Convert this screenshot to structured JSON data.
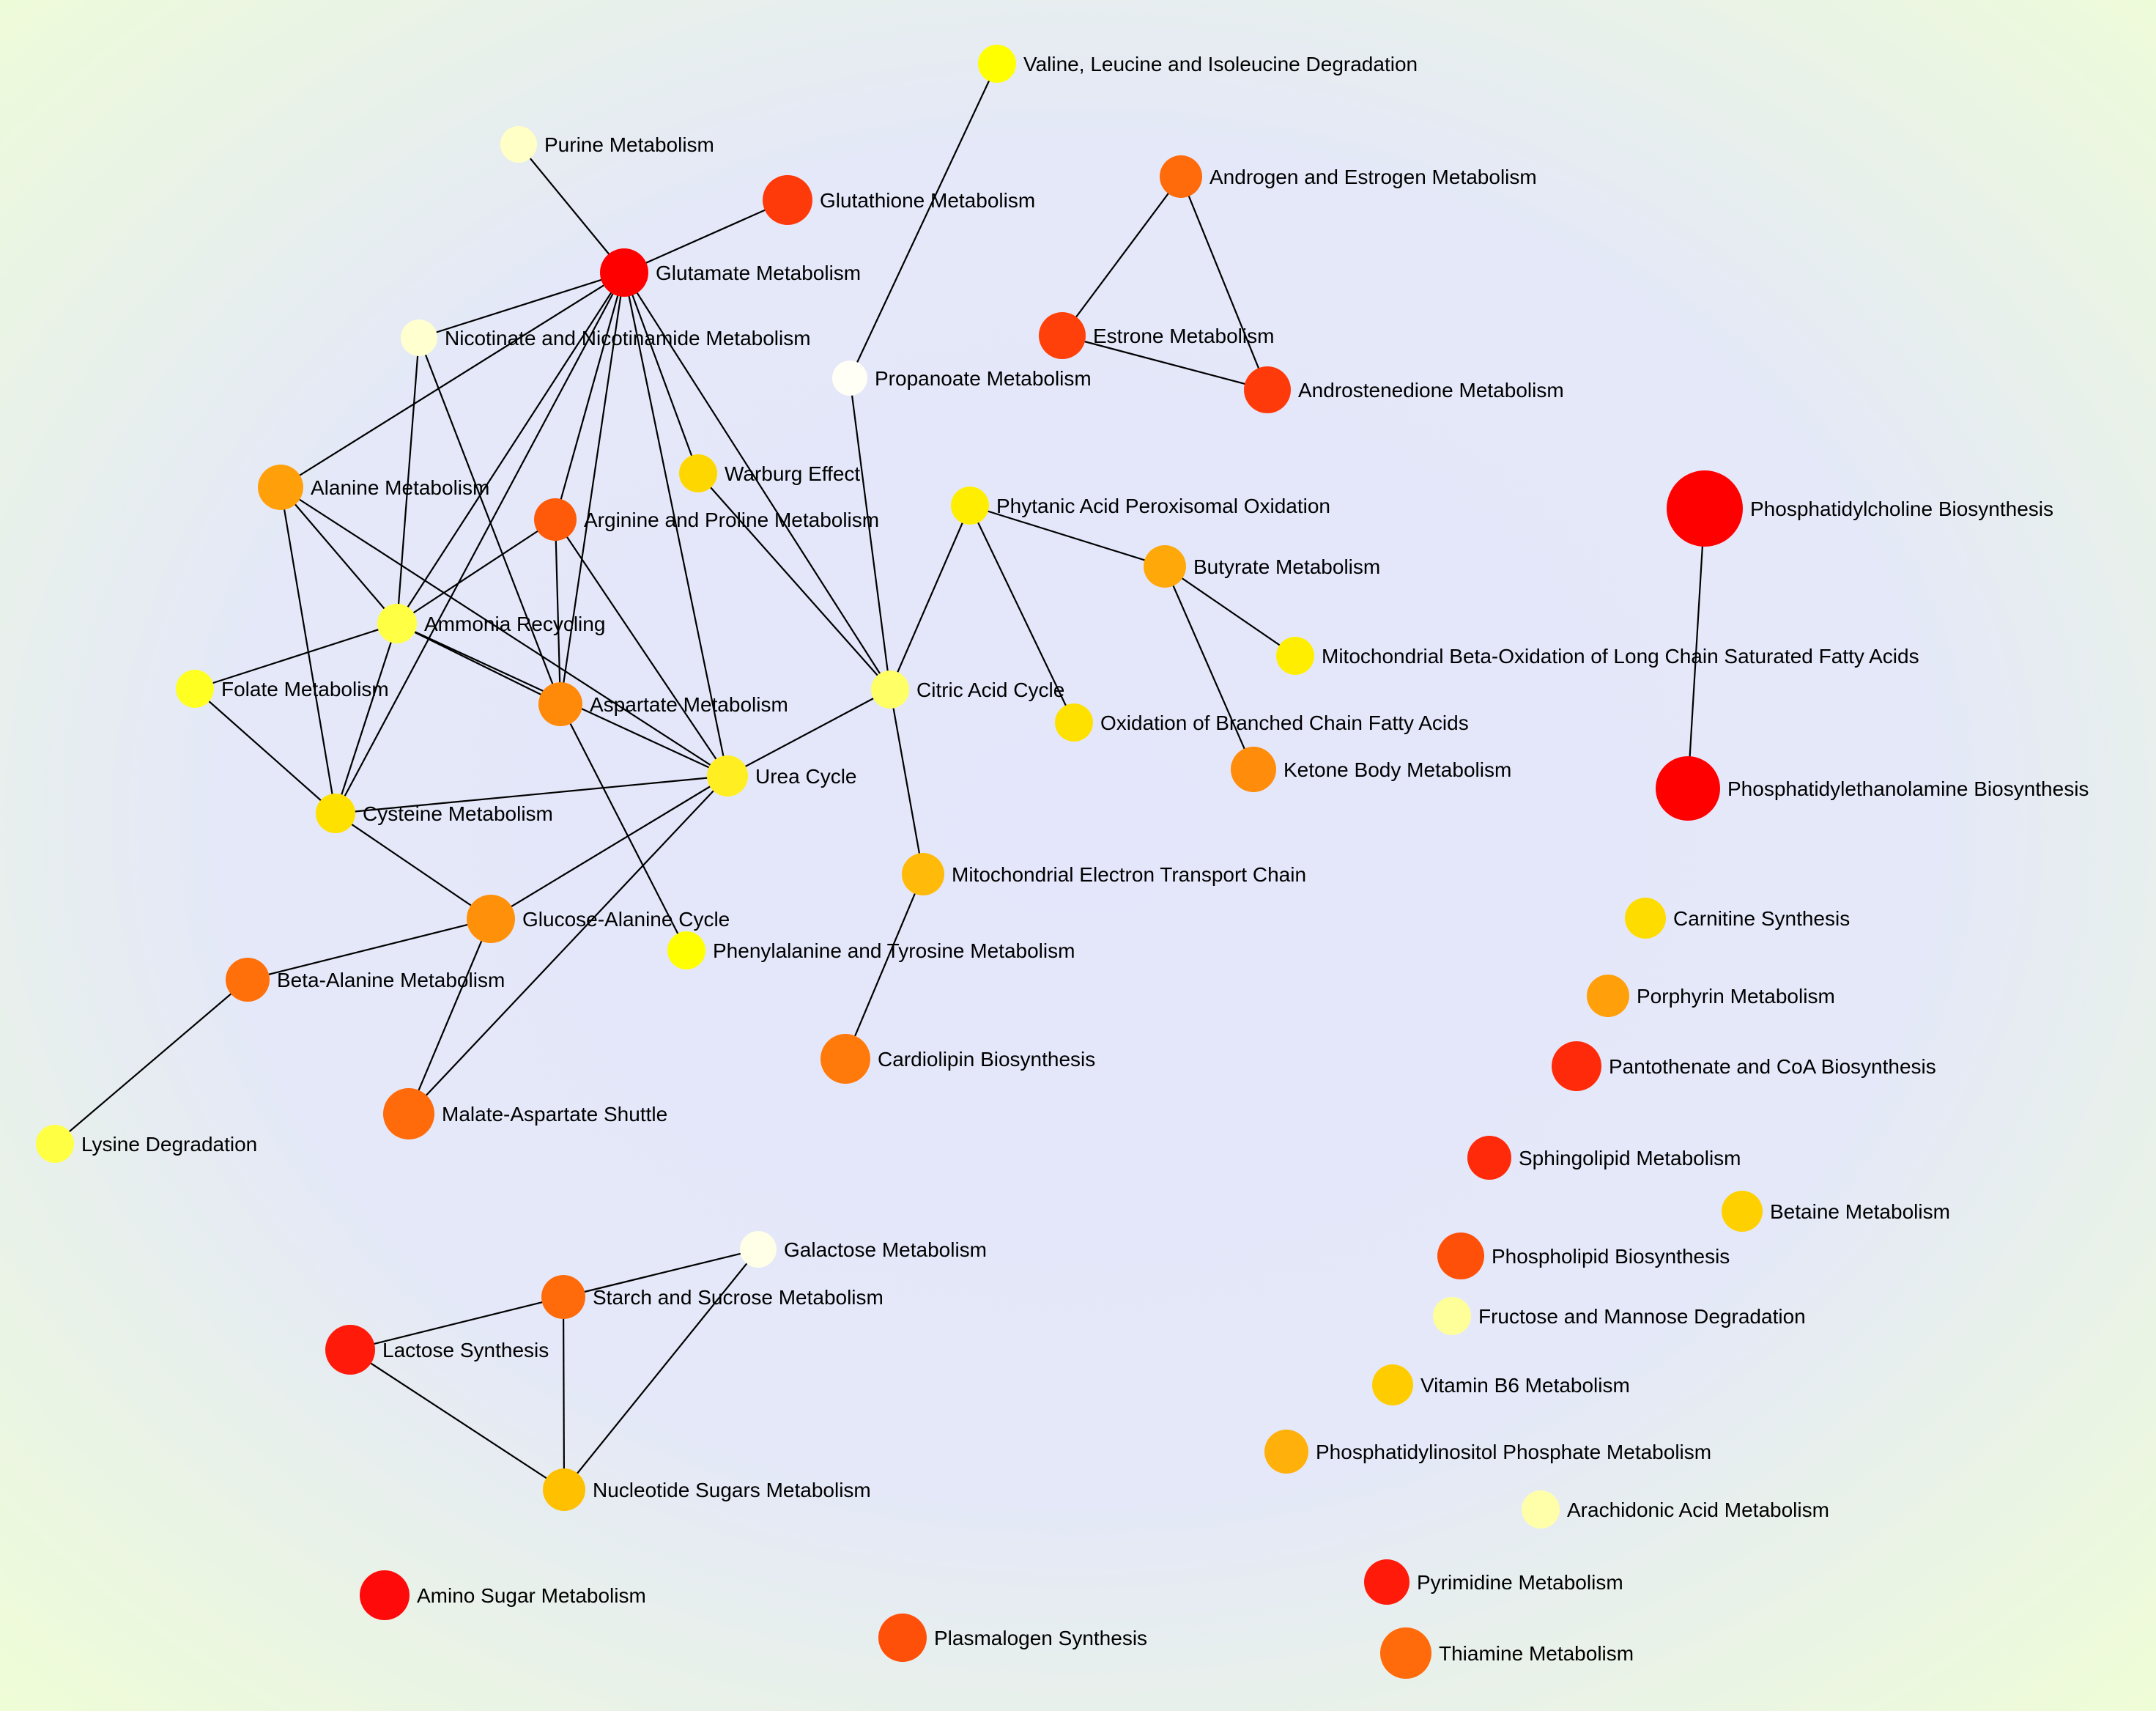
{
  "nodes": [
    {
      "id": "valine",
      "label": "Valine, Leucine and Isoleucine Degradation",
      "color": "#ffff00"
    },
    {
      "id": "purine",
      "label": "Purine Metabolism",
      "color": "#ffffc6"
    },
    {
      "id": "glutathione",
      "label": "Glutathione Metabolism",
      "color": "#ff3a0a"
    },
    {
      "id": "androgen",
      "label": "Androgen and Estrogen Metabolism",
      "color": "#ff6a0a"
    },
    {
      "id": "glutamate",
      "label": "Glutamate Metabolism",
      "color": "#ff0000"
    },
    {
      "id": "nicotinate",
      "label": "Nicotinate and Nicotinamide Metabolism",
      "color": "#ffffcf"
    },
    {
      "id": "estrone",
      "label": "Estrone Metabolism",
      "color": "#ff400a"
    },
    {
      "id": "propanoate",
      "label": "Propanoate Metabolism",
      "color": "#fffff5"
    },
    {
      "id": "androstenedione",
      "label": "Androstenedione Metabolism",
      "color": "#ff3a0a"
    },
    {
      "id": "alanine",
      "label": "Alanine Metabolism",
      "color": "#ffa00a"
    },
    {
      "id": "warburg",
      "label": "Warburg Effect",
      "color": "#ffd700"
    },
    {
      "id": "arginine",
      "label": "Arginine and Proline Metabolism",
      "color": "#ff5a0a"
    },
    {
      "id": "phytanic",
      "label": "Phytanic Acid Peroxisomal Oxidation",
      "color": "#ffee00"
    },
    {
      "id": "phosphatidylcholine",
      "label": "Phosphatidylcholine Biosynthesis",
      "color": "#ff0000"
    },
    {
      "id": "butyrate",
      "label": "Butyrate Metabolism",
      "color": "#ffa80a"
    },
    {
      "id": "ammonia",
      "label": "Ammonia Recycling",
      "color": "#ffff44"
    },
    {
      "id": "mitobeta",
      "label": "Mitochondrial Beta-Oxidation of Long Chain Saturated Fatty Acids",
      "color": "#ffee00"
    },
    {
      "id": "folate",
      "label": "Folate Metabolism",
      "color": "#ffff22"
    },
    {
      "id": "citric",
      "label": "Citric Acid Cycle",
      "color": "#ffff66"
    },
    {
      "id": "aspartate",
      "label": "Aspartate Metabolism",
      "color": "#ff8a0a"
    },
    {
      "id": "branched",
      "label": "Oxidation of Branched Chain Fatty Acids",
      "color": "#ffe100"
    },
    {
      "id": "ketone",
      "label": "Ketone Body Metabolism",
      "color": "#ff8c0a"
    },
    {
      "id": "urea",
      "label": "Urea Cycle",
      "color": "#ffee22"
    },
    {
      "id": "phosphatidylethanolamine",
      "label": "Phosphatidylethanolamine Biosynthesis",
      "color": "#ff0000"
    },
    {
      "id": "cysteine",
      "label": "Cysteine Metabolism",
      "color": "#ffe100"
    },
    {
      "id": "mitoetc",
      "label": "Mitochondrial Electron Transport Chain",
      "color": "#ffba0a"
    },
    {
      "id": "glucosealanine",
      "label": "Glucose-Alanine Cycle",
      "color": "#ff900a"
    },
    {
      "id": "carnitine",
      "label": "Carnitine Synthesis",
      "color": "#ffdc00"
    },
    {
      "id": "phenylalanine",
      "label": "Phenylalanine and Tyrosine Metabolism",
      "color": "#ffff00"
    },
    {
      "id": "betaalanine",
      "label": "Beta-Alanine Metabolism",
      "color": "#ff700a"
    },
    {
      "id": "porphyrin",
      "label": "Porphyrin Metabolism",
      "color": "#ffa00a"
    },
    {
      "id": "cardiolipin",
      "label": "Cardiolipin Biosynthesis",
      "color": "#ff7a0a"
    },
    {
      "id": "pantothenate",
      "label": "Pantothenate and CoA Biosynthesis",
      "color": "#ff2a0a"
    },
    {
      "id": "malate",
      "label": "Malate-Aspartate Shuttle",
      "color": "#ff6a0a"
    },
    {
      "id": "lysine",
      "label": "Lysine Degradation",
      "color": "#ffff44"
    },
    {
      "id": "sphingolipid",
      "label": "Sphingolipid Metabolism",
      "color": "#ff2a0a"
    },
    {
      "id": "betaine",
      "label": "Betaine Metabolism",
      "color": "#ffd000"
    },
    {
      "id": "galactose",
      "label": "Galactose Metabolism",
      "color": "#ffffe8"
    },
    {
      "id": "phospholipid",
      "label": "Phospholipid Biosynthesis",
      "color": "#ff500a"
    },
    {
      "id": "starch",
      "label": "Starch and Sucrose Metabolism",
      "color": "#ff6a0a"
    },
    {
      "id": "fructose",
      "label": "Fructose and Mannose Degradation",
      "color": "#ffff99"
    },
    {
      "id": "lactose",
      "label": "Lactose Synthesis",
      "color": "#ff1a0a"
    },
    {
      "id": "vitaminb6",
      "label": "Vitamin B6 Metabolism",
      "color": "#ffcc00"
    },
    {
      "id": "phosphatidylinositol",
      "label": "Phosphatidylinositol Phosphate Metabolism",
      "color": "#ffb00a"
    },
    {
      "id": "nucleotide",
      "label": "Nucleotide Sugars Metabolism",
      "color": "#ffc000"
    },
    {
      "id": "arachidonic",
      "label": "Arachidonic Acid Metabolism",
      "color": "#ffffaa"
    },
    {
      "id": "aminosugar",
      "label": "Amino Sugar Metabolism",
      "color": "#ff0a0a"
    },
    {
      "id": "pyrimidine",
      "label": "Pyrimidine Metabolism",
      "color": "#ff1a0a"
    },
    {
      "id": "plasmalogen",
      "label": "Plasmalogen Synthesis",
      "color": "#ff500a"
    },
    {
      "id": "thiamine",
      "label": "Thiamine Metabolism",
      "color": "#ff6a0a"
    }
  ],
  "edges": [
    [
      "purine",
      "glutamate"
    ],
    [
      "glutathione",
      "glutamate"
    ],
    [
      "glutamate",
      "nicotinate"
    ],
    [
      "glutamate",
      "alanine"
    ],
    [
      "glutamate",
      "warburg"
    ],
    [
      "glutamate",
      "arginine"
    ],
    [
      "glutamate",
      "ammonia"
    ],
    [
      "glutamate",
      "citric"
    ],
    [
      "glutamate",
      "aspartate"
    ],
    [
      "glutamate",
      "urea"
    ],
    [
      "glutamate",
      "cysteine"
    ],
    [
      "nicotinate",
      "ammonia"
    ],
    [
      "nicotinate",
      "aspartate"
    ],
    [
      "valine",
      "propanoate"
    ],
    [
      "propanoate",
      "citric"
    ],
    [
      "androgen",
      "estrone"
    ],
    [
      "androgen",
      "androstenedione"
    ],
    [
      "estrone",
      "androstenedione"
    ],
    [
      "alanine",
      "ammonia"
    ],
    [
      "alanine",
      "cysteine"
    ],
    [
      "alanine",
      "urea"
    ],
    [
      "warburg",
      "citric"
    ],
    [
      "arginine",
      "ammonia"
    ],
    [
      "arginine",
      "aspartate"
    ],
    [
      "arginine",
      "urea"
    ],
    [
      "ammonia",
      "folate"
    ],
    [
      "ammonia",
      "aspartate"
    ],
    [
      "ammonia",
      "urea"
    ],
    [
      "ammonia",
      "cysteine"
    ],
    [
      "folate",
      "cysteine"
    ],
    [
      "aspartate",
      "phenylalanine"
    ],
    [
      "urea",
      "citric"
    ],
    [
      "urea",
      "cysteine"
    ],
    [
      "urea",
      "glucosealanine"
    ],
    [
      "urea",
      "malate"
    ],
    [
      "cysteine",
      "glucosealanine"
    ],
    [
      "glucosealanine",
      "betaalanine"
    ],
    [
      "glucosealanine",
      "malate"
    ],
    [
      "betaalanine",
      "lysine"
    ],
    [
      "citric",
      "phytanic"
    ],
    [
      "citric",
      "mitoetc"
    ],
    [
      "phytanic",
      "butyrate"
    ],
    [
      "phytanic",
      "branched"
    ],
    [
      "butyrate",
      "mitobeta"
    ],
    [
      "butyrate",
      "ketone"
    ],
    [
      "mitoetc",
      "cardiolipin"
    ],
    [
      "phosphatidylcholine",
      "phosphatidylethanolamine"
    ],
    [
      "galactose",
      "starch"
    ],
    [
      "galactose",
      "nucleotide"
    ],
    [
      "starch",
      "lactose"
    ],
    [
      "starch",
      "nucleotide"
    ],
    [
      "lactose",
      "nucleotide"
    ]
  ]
}
